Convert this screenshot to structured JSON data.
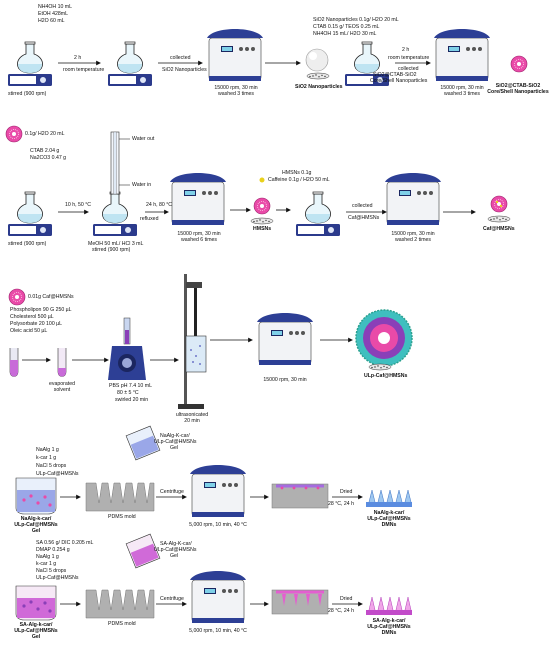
{
  "row1": {
    "reagents": [
      "NH4OH 10 mL",
      "EtOH 428mL",
      "H2O 60 mL"
    ],
    "stirred": "stirred (900 rpm)",
    "step_time": "2 h",
    "room_temp": "room temperature",
    "collected": "collected",
    "sio2_np_label": "SiO2 Nanoparticles",
    "centrifuge_1": [
      "15000 rpm, 30 min",
      "washed 3 times"
    ],
    "sio2_np_bold": "SiO2 Nanoparticles",
    "coating_reagents": [
      "SiO2 Nanoparticles 0.1g/ H2O 20 mL",
      "CTAB 0.15 g/ TEOS 0.25 mL",
      "NH4OH 15 mL/ H2O 30 mL"
    ],
    "step_time_2": "2 h",
    "room_temp_2": "room temperature",
    "collected_2": "collected",
    "coreshell_label": [
      "SiO2@CTAB-SiO2",
      "Core/Shell Nanoparticles"
    ],
    "centrifuge_2": [
      "15000 rpm, 30 min",
      "washed 3 times"
    ],
    "coreshell_bold": [
      "SiO2@CTAB-SiO2",
      "Core/Shell Nanoparticles"
    ]
  },
  "row2": {
    "reagent_top": "0.1g/ H2O 20 mL",
    "reagents": [
      "CTAB 2.04 g",
      "Na2CO3 0.47 g"
    ],
    "water_out": "Water out",
    "water_in": "Water in",
    "step_1": "10 h, 50 °C",
    "step_2": "24 h, 80 °C",
    "refluxed": "refluxed",
    "stirred": "stirred (900 rpm)",
    "solvent": [
      "MeOH 50 mL/ HCl 3 mL",
      "stirred (900 rpm)"
    ],
    "centrifuge": [
      "15000 rpm, 30 min",
      "washed 6 times"
    ],
    "hmsns": "HMSNs",
    "loading": [
      "HMSNs 0.1g",
      "Caffeine 0.1g / H2O 50 mL"
    ],
    "collected": [
      "collected",
      "Caf@HMSNs"
    ],
    "centrifuge_2": [
      "15000 rpm, 30 min",
      "washed 2 times"
    ],
    "product": "Caf@HMSNs"
  },
  "row3": {
    "reagents": [
      "0.01g Caf@HMSNs",
      "Phospholipon 90 G 250 µL",
      "Cholesterol 500 µL",
      "Polysorbate 20 100 µL",
      "Oleic acid 50 µL"
    ],
    "evaporated": [
      "evaporated",
      "solvent"
    ],
    "pbs": [
      "PBS pH 7.4 10 mL",
      "80 ± 5 °C",
      "swirled 20 min"
    ],
    "ultrasonicated": [
      "ultrasonicated",
      "20 min"
    ],
    "centrifuge": "15000 rpm, 30 min",
    "product": "ULp-Caf@HMSNs"
  },
  "row4": {
    "reagents": [
      "NaAlg 1 g",
      "k-car 1 g",
      "NaCl 5 drops",
      "ULp-Caf@HMSNs"
    ],
    "gel_label": [
      "NaAlg-k-car/",
      "ULp-Caf@HMSNs",
      "Gel"
    ],
    "pour_label": [
      "NaAlg-K-car/",
      "ULp-Caf@HMSNs",
      "Gel"
    ],
    "mold": "PDMS mold",
    "centrifuge_label": "Centrifuge",
    "centrifuge": "5,000 rpm, 10 min, 40 °C",
    "dried": "Dried",
    "dried_cond": "28 °C, 24 h",
    "product": [
      "NaAlg-k-car/",
      "ULp-Caf@HMSNs",
      "DMNs"
    ]
  },
  "row5": {
    "reagents": [
      "SA 0.56 g/ DIC 0.205 mL",
      "DMAP 0.254 g",
      "NaAlg 1 g",
      "k-car 1 g",
      "NaCl 5 drops",
      "ULp-Caf@HMSNs"
    ],
    "gel_label": [
      "SA-Alg-k-car/",
      "ULp-Caf@HMSNs",
      "Gel"
    ],
    "pour_label": [
      "SA-Alg-K-car/",
      "ULp-Caf@HMSNs",
      "Gel"
    ],
    "mold": "PDMS mold",
    "centrifuge_label": "Centrifuge",
    "centrifuge": "5,000 rpm, 10 min, 40 °C",
    "dried": "Dried",
    "dried_cond": "28 °C, 24 h",
    "product": [
      "SA-Alg-k-car/",
      "ULp-Caf@HMSNs",
      "DMNs"
    ]
  },
  "colors": {
    "stirrer": "#2b3a8c",
    "liquid": "#bfe4f2",
    "pink": "#e94aa8",
    "purple": "#8a3fb8",
    "centrifuge": "#2d3f95",
    "mold": "#b0b0b0"
  }
}
